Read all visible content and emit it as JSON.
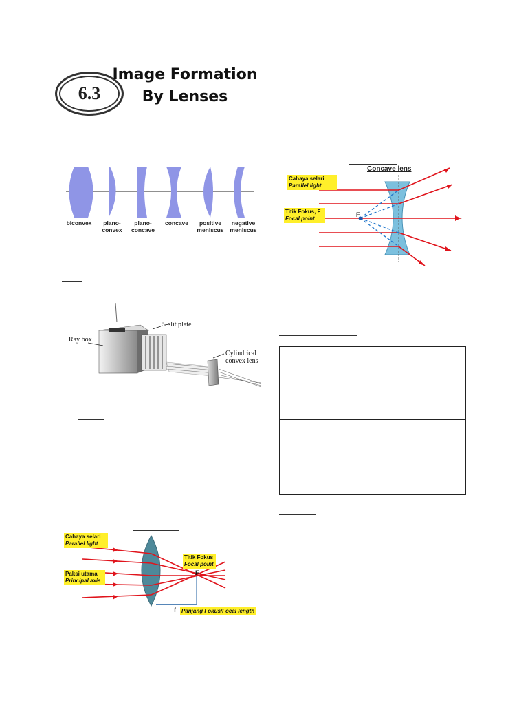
{
  "section": {
    "number": "6.3",
    "title_line1": "Image Formation",
    "title_line2": "By Lenses"
  },
  "lens_types": {
    "labels": [
      "biconvex",
      "plano-\nconvex",
      "plano-\nconcave",
      "concave",
      "positive\nmeniscus",
      "negative\nmeniscus"
    ]
  },
  "ray_box": {
    "label_ray_box": "Ray box",
    "label_slit": "5-slit plate",
    "label_lens_1": "Cylindrical",
    "label_lens_2": "convex lens"
  },
  "concave_diagram": {
    "title": "Concave lens",
    "parallel_light_my": "Cahaya selari",
    "parallel_light_en": "Parallel light",
    "focus_my": "Titik Fokus, F",
    "focus_en": "Focal point",
    "f_label": "F"
  },
  "convex_diagram": {
    "parallel_light_my": "Cahaya selari",
    "parallel_light_en": "Parallel light",
    "axis_my": "Paksi utama",
    "axis_en": "Principal axis",
    "focus_my": "Titik Fokus",
    "focus_en": "Focal point",
    "f_label": "F",
    "small_f": "f",
    "focal_length": "Panjang Fokus/Focal length"
  },
  "colors": {
    "lens_blue": "#8f95e6",
    "ray_red": "#e0141c",
    "label_yellow": "#ffef2a",
    "lens_teal": "#5fa9c8"
  }
}
